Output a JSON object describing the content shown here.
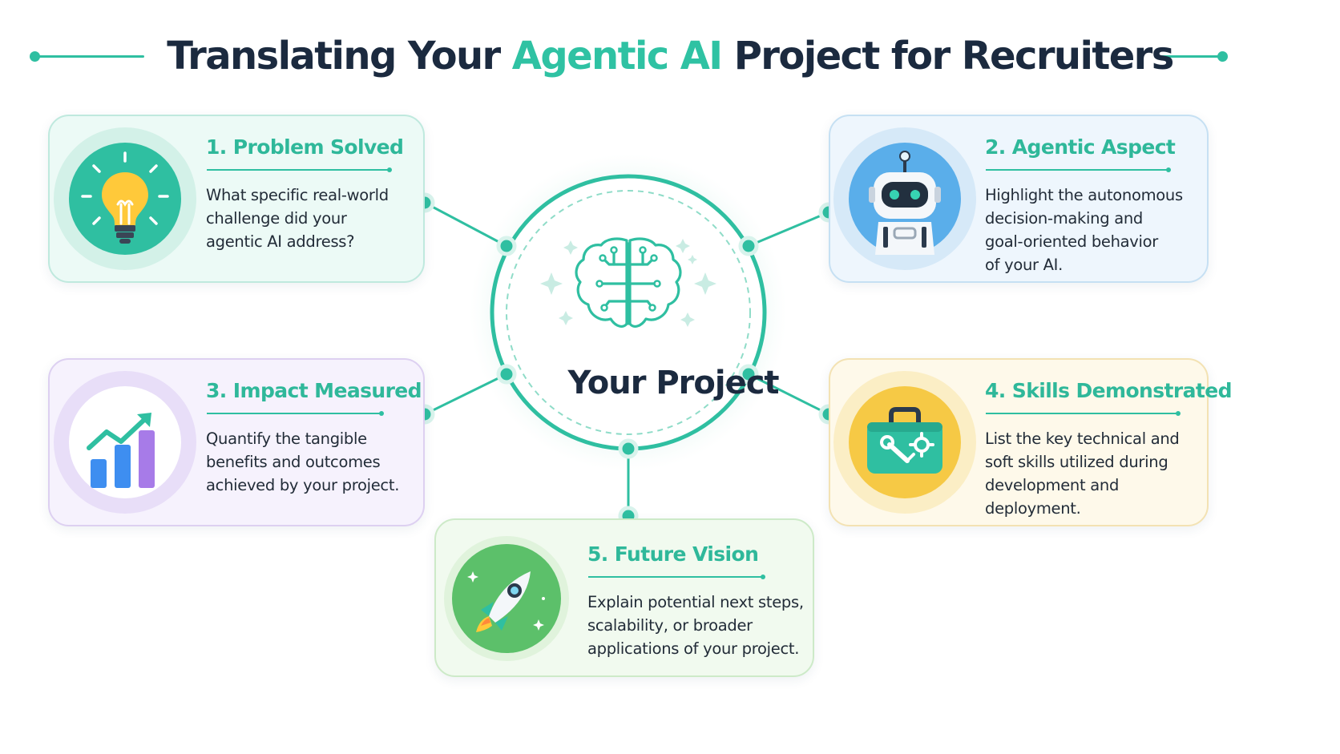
{
  "title": {
    "part_before": "Translating Your",
    "part_accent": "Agentic AI",
    "part_after": "Project for Recruiters"
  },
  "hub": {
    "label": "Your Project",
    "icon": "brain-circuit-icon"
  },
  "cards": [
    {
      "id": "problem-solved",
      "title": "1. Problem Solved",
      "description": [
        "What specific real-world",
        "challenge did your",
        "agentic AI address?"
      ],
      "icon": "lightbulb-icon",
      "color": "#2fbfa1"
    },
    {
      "id": "agentic-aspect",
      "title": "2. Agentic Aspect",
      "description": [
        "Highlight the autonomous",
        "decision-making and",
        "goal-oriented behavior",
        "of your AI."
      ],
      "icon": "robot-icon",
      "color": "#5aaeea"
    },
    {
      "id": "impact-measured",
      "title": "3. Impact Measured",
      "description": [
        "Quantify the tangible",
        "benefits and outcomes",
        "achieved by your project."
      ],
      "icon": "growth-chart-icon",
      "color": "#a98de6"
    },
    {
      "id": "skills-demonstrated",
      "title": "4. Skills Demonstrated",
      "description": [
        "List the key technical and",
        "soft skills utilized during",
        "development and",
        "deployment."
      ],
      "icon": "toolbox-icon",
      "color": "#f6c945"
    },
    {
      "id": "future-vision",
      "title": "5. Future Vision",
      "description": [
        "Explain potential next steps,",
        "scalability, or broader",
        "applications of your project."
      ],
      "icon": "rocket-icon",
      "color": "#5cc06a"
    }
  ],
  "colors": {
    "accent": "#2fc2a3",
    "title_text": "#1b2a3f",
    "body_text": "#222c38"
  }
}
